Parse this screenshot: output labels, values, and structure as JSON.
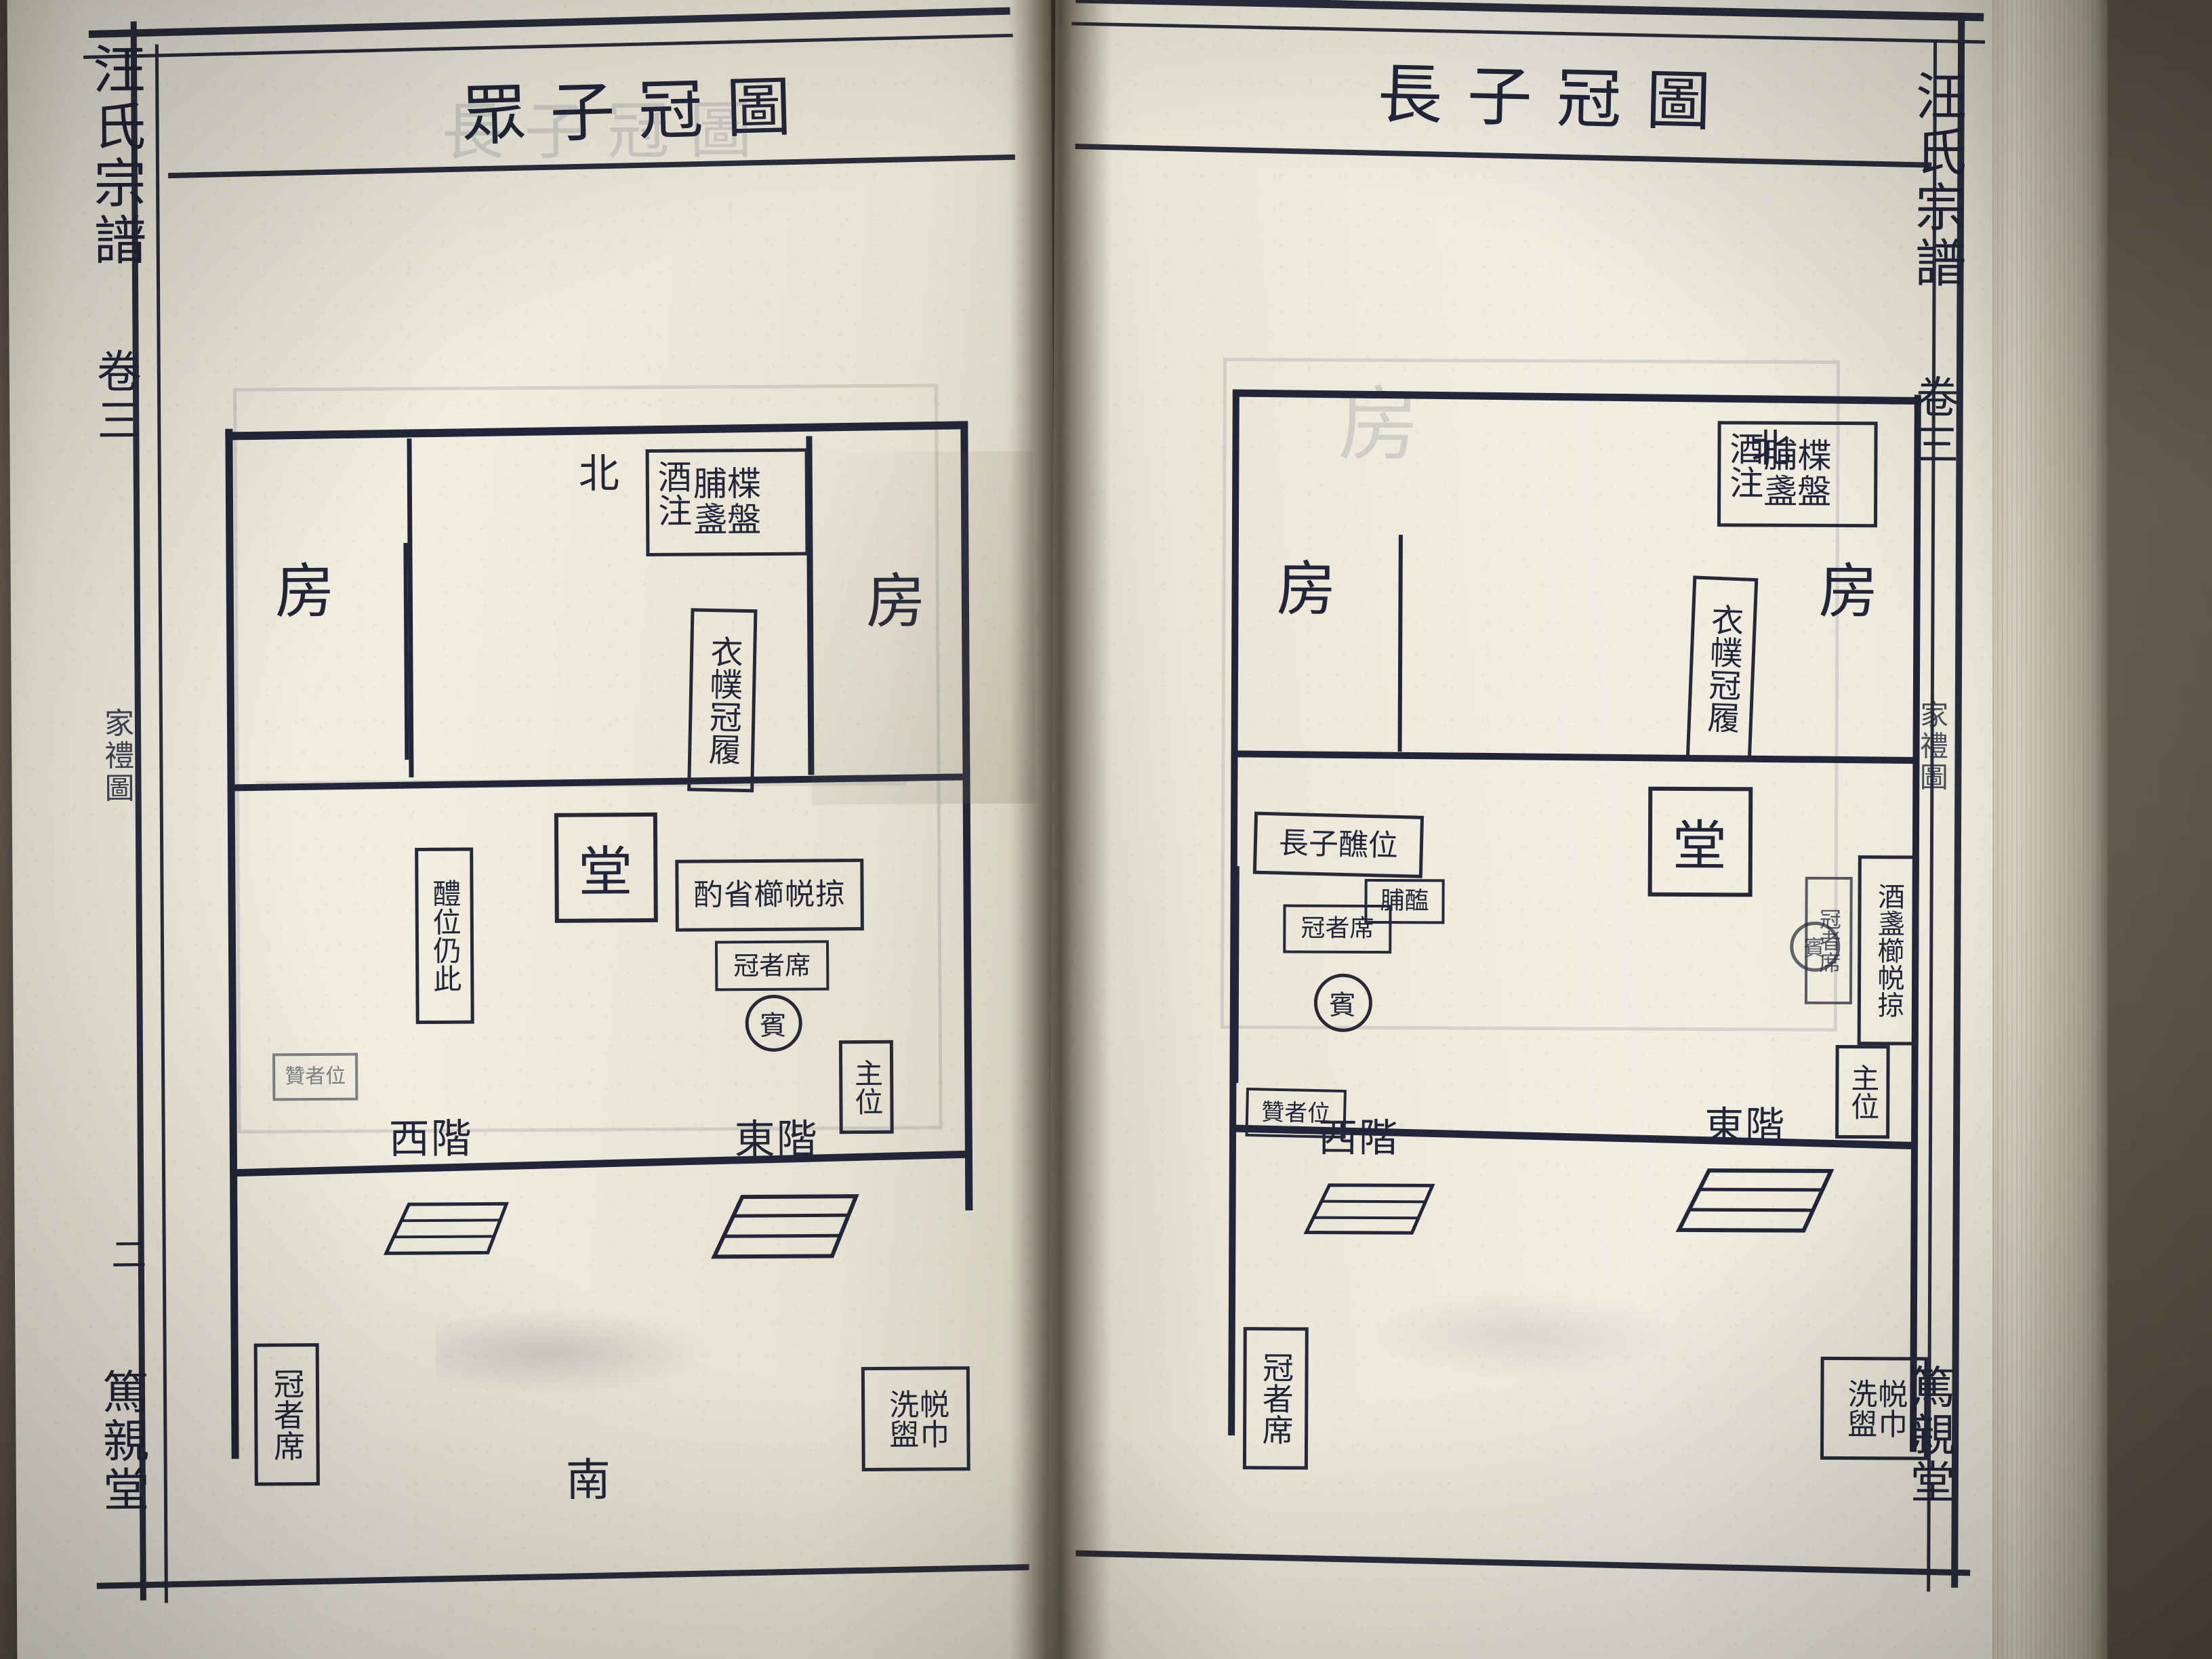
{
  "artifact": {
    "kind": "woodblock-printed-book-spread",
    "book_title": "汪氏宗譜",
    "volume": "卷三",
    "section": "家禮圖",
    "publisher_hall": "篤親堂",
    "colors": {
      "paper": "#ece9da",
      "ink": "#23253a",
      "table": "#7a6f60",
      "gutter_shadow": "#2a2214"
    }
  },
  "left_page": {
    "title": "眾子冠圖",
    "title_chars": [
      "眾",
      "子",
      "冠",
      "圖"
    ],
    "page_number": "二",
    "spine": {
      "book_title": "汪氏宗譜",
      "volume": "卷三",
      "section": "家禮圖",
      "hall": "篤親堂"
    },
    "compass": {
      "north": "北",
      "south": "南"
    },
    "rooms": {
      "west_chamber": "房",
      "east_chamber": "房",
      "hall": "堂"
    },
    "steps": {
      "west": "西階",
      "east": "東階"
    },
    "labels": [
      {
        "name": "offerings-box",
        "text": "脯楪 盞盤 酒注",
        "rows": [
          "脯楪",
          "盞盤",
          "酒注"
        ]
      },
      {
        "name": "garments-box",
        "text": "衣幞冠履"
      },
      {
        "name": "comb-towel-box",
        "text": "酌省櫛帨掠"
      },
      {
        "name": "capped-seat-box",
        "text": "冠者席"
      },
      {
        "name": "guest-marker",
        "text": "賓"
      },
      {
        "name": "libation-note-box",
        "text": "醴位仍此"
      },
      {
        "name": "assistant-position-box",
        "text": "贊者位"
      },
      {
        "name": "host-position-box",
        "text": "主位"
      },
      {
        "name": "capped-seat-south-box",
        "text": "冠者席"
      },
      {
        "name": "washing-box",
        "text": "洗盥 帨巾",
        "rows": [
          "洗盥",
          "帨巾"
        ]
      }
    ]
  },
  "right_page": {
    "title": "長子冠圖",
    "title_chars": [
      "長",
      "子",
      "冠",
      "圖"
    ],
    "spine": {
      "book_title": "汪氏宗譜",
      "volume": "卷三",
      "section": "家禮圖"
    },
    "compass": {
      "north": "北"
    },
    "rooms": {
      "west_chamber": "房",
      "east_chamber": "房",
      "hall": "堂"
    },
    "steps": {
      "west": "西階",
      "east": "東階"
    },
    "labels": [
      {
        "name": "offerings-box",
        "text": "脯楪 盞盤 酒注",
        "rows": [
          "脯楪",
          "盞盤",
          "酒注"
        ]
      },
      {
        "name": "garments-box",
        "text": "衣幞冠履"
      },
      {
        "name": "eldest-son-libation-box",
        "text": "長子醮位"
      },
      {
        "name": "dried-meat-box",
        "text": "脯醢"
      },
      {
        "name": "capped-seat-box",
        "text": "冠者席"
      },
      {
        "name": "guest-marker",
        "text": "賓"
      },
      {
        "name": "guest-marker-east",
        "text": "賓"
      },
      {
        "name": "comb-towel-box",
        "text": "酒盞櫛帨掠"
      },
      {
        "name": "assistant-position-box",
        "text": "贊者位"
      },
      {
        "name": "host-position-box",
        "text": "主位"
      },
      {
        "name": "capped-seat-south-box",
        "text": "冠者席"
      },
      {
        "name": "washing-box",
        "text": "洗盥 帨巾",
        "rows": [
          "洗盥",
          "帨巾"
        ]
      }
    ]
  }
}
